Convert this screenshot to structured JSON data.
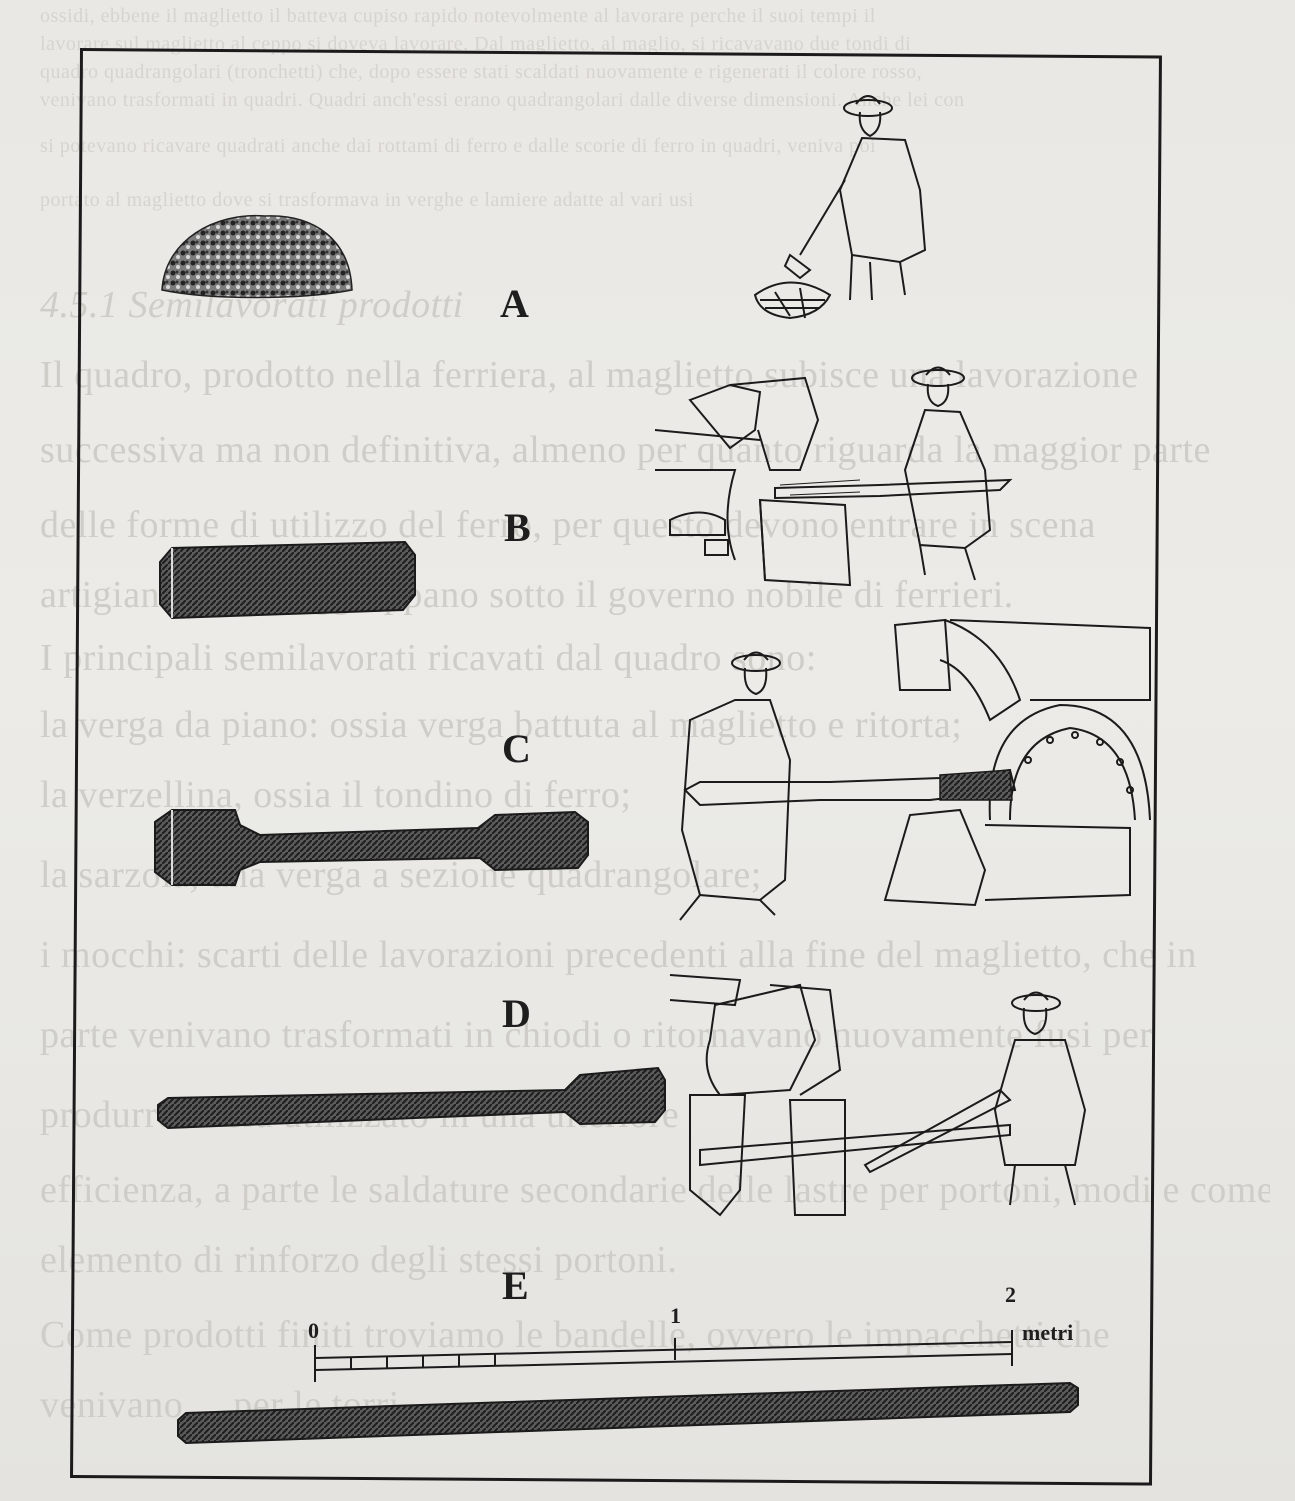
{
  "panel_labels": {
    "a": "A",
    "b": "B",
    "c": "C",
    "d": "D",
    "e": "E"
  },
  "scale": {
    "zero": "0",
    "one": "1",
    "two": "2",
    "unit": "metri"
  },
  "icons": {
    "a_pile": "bloom-pile-icon",
    "a_worker": "worker-shovelling-icon",
    "b_bar": "square-billet-icon",
    "b_worker": "worker-at-trip-hammer-icon",
    "c_bar": "drawn-billet-icon",
    "c_worker": "worker-at-hammer-wheel-icon",
    "d_bar": "long-drawn-bar-icon",
    "d_worker": "worker-drawing-bar-icon",
    "e_bar": "finished-rod-icon"
  },
  "colors": {
    "ink": "#1b1b1b",
    "paper": "#ecebe7",
    "bleed_text": "#cfcdc8"
  },
  "bleed_through": [
    "4.5.1 Semilavorati prodotti",
    "Il quadro, prodotto nella ferriera, al maglietto subisce una lavorazione",
    "successiva ma non definitiva, almeno per quanto riguarda la maggior parte",
    "delle forme di utilizzo del ferro, per questo devono entrare in scena",
    "artigiani che si raggruppano sotto il governo nobile di ferrieri.",
    "I principali semilavorati ricavati dal quadro sono:",
    "la verga da piano: ossia verga battuta al maglietto e ritorta;",
    "la verzellina, ossia il tondino di ferro;",
    "la sarzola, una verga a sezione quadrangolare;",
    "i mocchi: scarti delle lavorazioni precedenti alla fine del maglietto, che in",
    "parte venivano trasformati in chiodi o ritornavano nuovamente fusi per",
    "produrre ... era utilizzato in una ulteriore",
    "efficienza, a parte le saldature secondarie delle lastre per portoni, modi e come",
    "elemento di rinforzo degli stessi portoni.",
    "Come prodotti finiti troviamo le bandelle, ovvero le impacchetti che",
    "venivano ... per le torri"
  ],
  "bleed_top": [
    "ossidi, ebbene il maglietto il batteva cupiso rapido notevolmente al lavorare perche il suoi tempi il",
    "lavorare sul maglietto al ceppo si doveva lavorare. Dal maglietto, al maglio, si ricavavano due tondi di",
    "quadro quadrangolari (tronchetti) che, dopo essere stati scaldati nuovamente e rigenerati il colore rosso,",
    "venivano trasformati in quadri. Quadri anch'essi erano quadrangolari dalle diverse dimensioni. Anche lei con",
    "si potevano ricavare quadrati anche dai rottami di ferro e dalle scorie di ferro in quadri, veniva poi",
    "portato al maglietto dove si trasformava in verghe e lamiere adatte al vari usi"
  ]
}
